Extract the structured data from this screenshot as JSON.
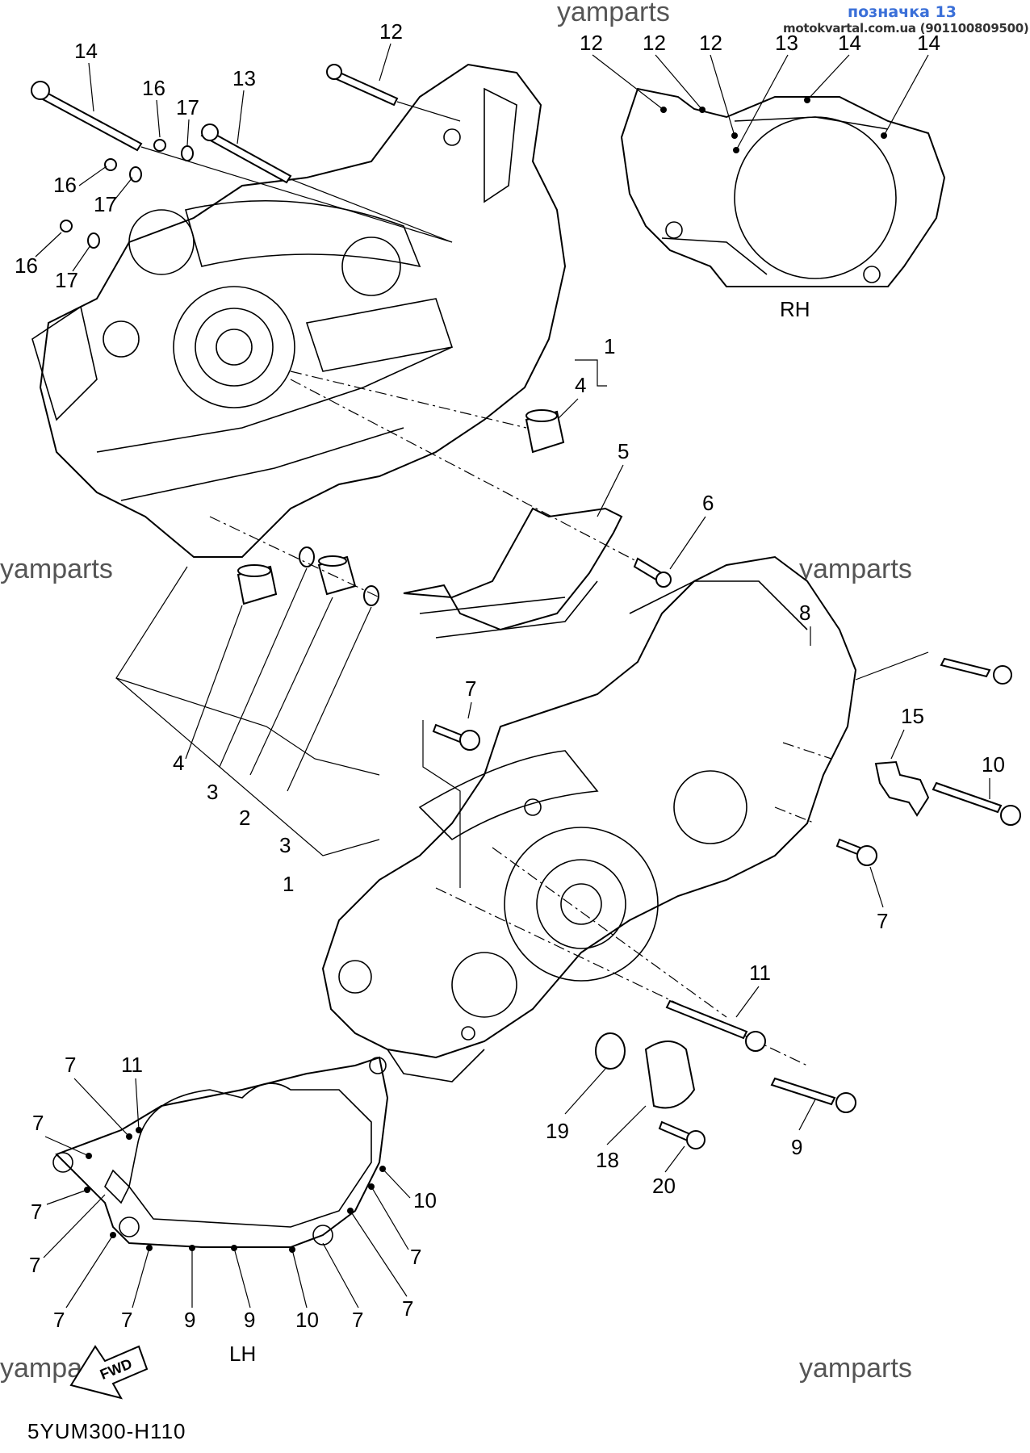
{
  "header": {
    "tag": "позначка 13",
    "site": "motokvartal.com.ua (901100809500)"
  },
  "watermark": "yamparts",
  "diagram_code": "5YUM300-H110",
  "views": {
    "rh": "RH",
    "lh": "LH"
  },
  "fwd_label": "FWD",
  "callouts": {
    "c12a": "12",
    "c14a": "14",
    "c16a": "16",
    "c17a": "17",
    "c13a": "13",
    "c16b": "16",
    "c17b": "17",
    "c16c": "16",
    "c17c": "17",
    "r12a": "12",
    "r12b": "12",
    "r12c": "12",
    "r13": "13",
    "r14a": "14",
    "r14b": "14",
    "c1a": "1",
    "c4a": "4",
    "c5": "5",
    "c6": "6",
    "c4b": "4",
    "c3a": "3",
    "c2": "2",
    "c3b": "3",
    "c1b": "1",
    "c7a": "7",
    "c8": "8",
    "c15": "15",
    "c10a": "10",
    "c7b": "7",
    "c11a": "11",
    "c9a": "9",
    "c19": "19",
    "c18": "18",
    "c20": "20",
    "l7a": "7",
    "l11": "11",
    "l7b": "7",
    "l7c": "7",
    "l7d": "7",
    "l10a": "10",
    "l7e": "7",
    "l7f": "7",
    "l7g": "7",
    "l9a": "9",
    "l9b": "9",
    "l10b": "10",
    "l7h": "7",
    "l7i": "7"
  }
}
